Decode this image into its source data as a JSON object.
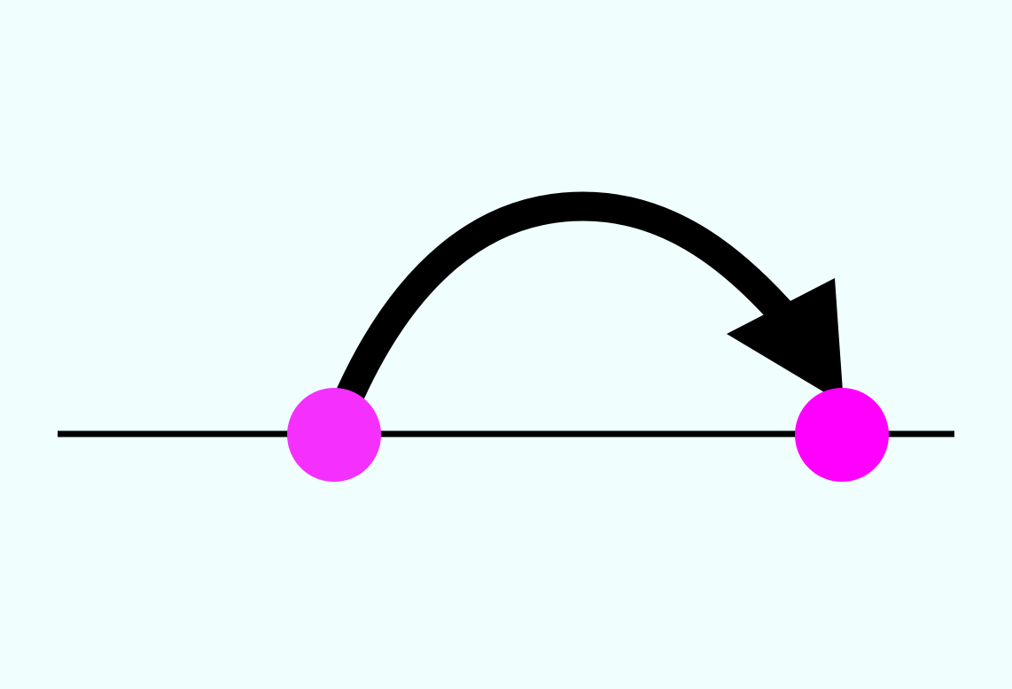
{
  "diagram": {
    "type": "number-line-jump",
    "background_color": "#F0FFFE",
    "line_color": "#000000",
    "arrow_color": "#000000",
    "arrow_direction": "left-to-right",
    "points": [
      {
        "role": "start",
        "color": "#F530FF"
      },
      {
        "role": "end",
        "color": "#FF00FF"
      }
    ]
  }
}
